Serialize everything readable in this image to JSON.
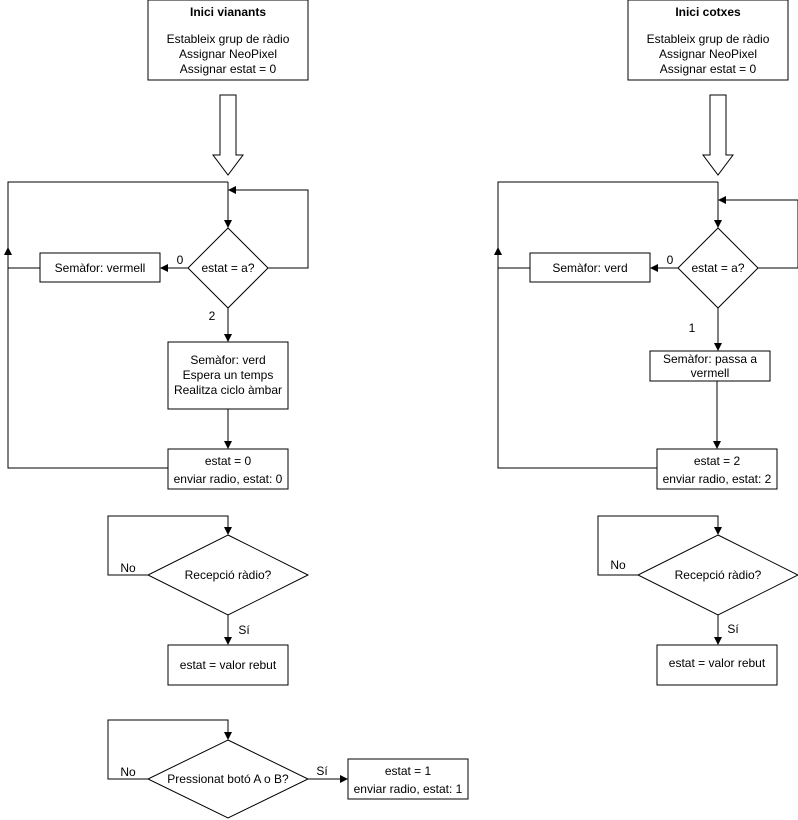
{
  "pedestrians": {
    "start": {
      "title": "Inici vianants",
      "lines": [
        "Estableix grup de ràdio",
        "Assignar NeoPixel",
        "Assignar estat = 0"
      ]
    },
    "decision": "estat = a?",
    "branch_zero": "0",
    "branch_other": "2",
    "red": "Semàfor: vermell",
    "sequence": [
      "Semàfor: verd",
      "Espera un temps",
      "Realitza ciclo àmbar"
    ],
    "update": [
      "estat = 0",
      "enviar radio, estat: 0"
    ],
    "radio_decision": "Recepció ràdio?",
    "radio_no": "No",
    "radio_yes": "Sí",
    "radio_set": "estat = valor rebut",
    "button_decision": "Pressionat botó A o B?",
    "button_no": "No",
    "button_yes": "Sí",
    "button_set": [
      "estat = 1",
      "enviar radio, estat: 1"
    ]
  },
  "cars": {
    "start": {
      "title": "Inici cotxes",
      "lines": [
        "Estableix grup de ràdio",
        "Assignar NeoPixel",
        "Assignar estat = 0"
      ]
    },
    "decision": "estat = a?",
    "branch_zero": "0",
    "branch_other": "1",
    "green": "Semàfor: verd",
    "to_red": [
      "Semàfor: passa a",
      "vermell"
    ],
    "update": [
      "estat = 2",
      "enviar radio, estat: 2"
    ],
    "radio_decision": "Recepció ràdio?",
    "radio_no": "No",
    "radio_yes": "Sí",
    "radio_set": "estat = valor rebut"
  }
}
